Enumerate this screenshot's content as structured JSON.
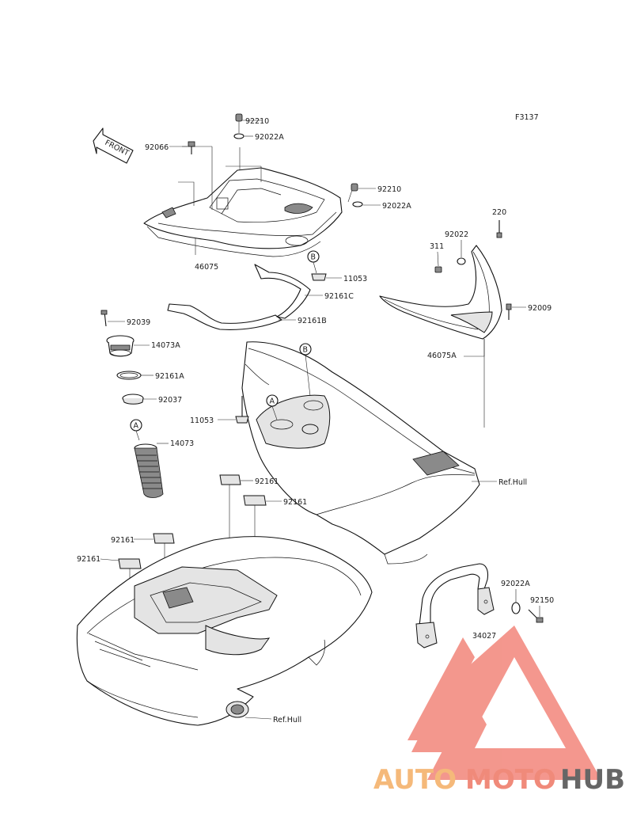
{
  "figure_code": "F3137",
  "front_arrow_label": "FRONT",
  "callouts": {
    "A": "A",
    "B": "B"
  },
  "part_labels": {
    "p92210_top": "92210",
    "p92022A_top": "92022A",
    "p92066": "92066",
    "p92210_mid": "92210",
    "p92022A_mid": "92022A",
    "p46075": "46075",
    "p11053_right": "11053",
    "p92161C": "92161C",
    "p92161B": "92161B",
    "p92039": "92039",
    "p14073A": "14073A",
    "p92161A": "92161A",
    "p92037": "92037",
    "p11053_left": "11053",
    "p14073": "14073",
    "p220": "220",
    "p92022": "92022",
    "p311": "311",
    "p92009": "92009",
    "p46075A": "46075A",
    "ref_hull_right": "Ref.Hull",
    "p92161_a": "92161",
    "p92161_b": "92161",
    "p92161_c": "92161",
    "p92161_d": "92161",
    "p92022A_low": "92022A",
    "p92150": "92150",
    "p34027": "34027",
    "ref_hull_bottom": "Ref.Hull"
  },
  "watermark": {
    "part1": "AUTO",
    "part2": "MOTO",
    "part3": "HUB",
    "color_auto": "#f5b97a",
    "color_moto": "#f08a7a",
    "color_hub": "#666666",
    "logo_color": "#f2857a"
  }
}
